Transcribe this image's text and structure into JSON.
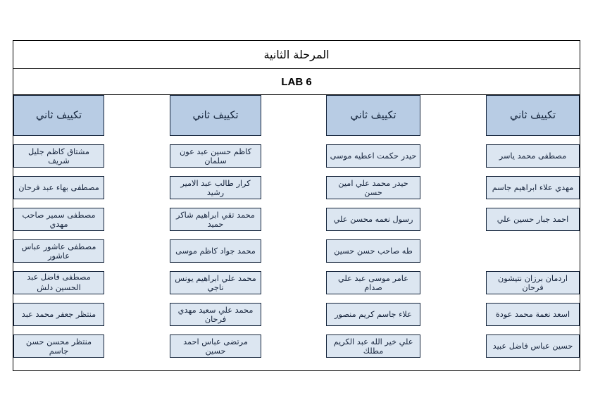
{
  "document": {
    "title": "المرحلة الثانية",
    "subtitle": "LAB 6",
    "colors": {
      "header_fill": "#b8cce4",
      "cell_fill": "#dce6f1",
      "border": "#13233a",
      "text": "#16243c",
      "page_background": "#ffffff"
    }
  },
  "columns": [
    {
      "header": "تكييف ثاني",
      "cells": [
        "مشتاق كاظم جليل شريف",
        "مصطفى بهاء عبد فرحان",
        "مصطفى سمير صاحب مهدي",
        "مصطفى عاشور عباس عاشور",
        "مصطفى فاضل عبد الحسين دلش",
        "منتظر جعفر محمد عبد",
        "منتظر محسن حسن جاسم"
      ]
    },
    {
      "header": "تكييف ثاني",
      "cells": [
        "كاظم حسين عبد عون سلمان",
        "كرار طالب عبد الامير رشيد",
        "محمد تقي ابراهيم شاكر حميد",
        "محمد جواد كاظم موسى",
        "محمد علي ابراهيم يونس ناجي",
        "محمد علي سعيد مهدي فرحان",
        "مرتضى عباس احمد حسين"
      ]
    },
    {
      "header": "تكييف ثاني",
      "cells": [
        "حيدر حكمت اعطيه موسى",
        "حيدر محمد علي امين حسن",
        "رسول نعمه محسن علي",
        "طه صاحب حسن حسين",
        "عامر موسى عبد علي صدام",
        "علاء جاسم كريم منصور",
        "علي خير الله عبد الكريم مطلك"
      ]
    },
    {
      "header": "تكييف ثاني",
      "cells": [
        "مصطفى محمد ياسر",
        "مهدي علاء ابراهيم جاسم",
        "احمد جبار حسين علي",
        "",
        "اردمان برزان نتيشون فرحان",
        "اسعد نعمة محمد عودة",
        "حسين عباس فاضل عبيد"
      ]
    }
  ]
}
